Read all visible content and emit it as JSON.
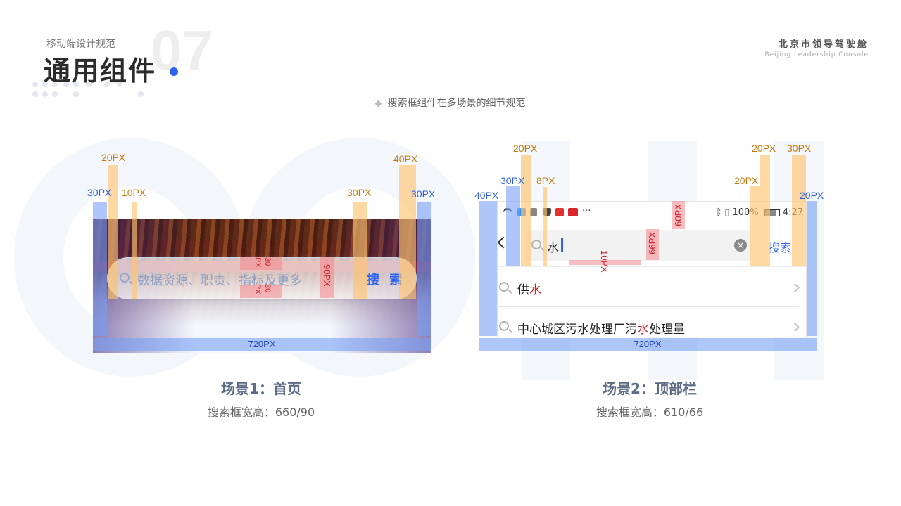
{
  "header": {
    "subtitle": "移动端设计规范",
    "number": "07",
    "title": "通用组件"
  },
  "brand": {
    "name_cn": "北京市领导驾驶舱",
    "name_en": "Beijing  Leadership Console"
  },
  "caption": "搜索框组件在多场景的细节规范",
  "scene1": {
    "title": "场景1：首页",
    "desc": "搜索框宽高：660/90",
    "search_placeholder": "数据资源、职责、指标及更多",
    "search_button": "搜 索",
    "labels": {
      "top_left_30": "30PX",
      "top_left_20": "20PX",
      "top_left_10": "10PX",
      "top_right_30": "30PX",
      "top_right_40": "40PX",
      "right_30": "30PX",
      "gap_top": "30 PX",
      "gap_bottom": "30 PX",
      "height": "90PX",
      "width": "720PX"
    }
  },
  "scene2": {
    "title": "场景2：顶部栏",
    "desc": "搜索框宽高：610/66",
    "status_right": "100%",
    "status_time": "4:27",
    "status_dots": "···",
    "search_value": "水",
    "search_button": "搜索",
    "clear_icon": "×",
    "results": [
      {
        "before": "供",
        "highlight": "水",
        "after": ""
      },
      {
        "before": "中心城区污水处理厂污",
        "highlight": "水",
        "after": "处理量"
      }
    ],
    "labels": {
      "left_40": "40PX",
      "left_30": "30PX",
      "left_20": "20PX",
      "left_8": "8PX",
      "right_20a": "20PX",
      "right_20b": "20PX",
      "right_30": "30PX",
      "right_20c": "20PX",
      "status_60": "60PX",
      "box_66": "66PX",
      "gap_10": "10PX",
      "width": "720PX"
    }
  }
}
